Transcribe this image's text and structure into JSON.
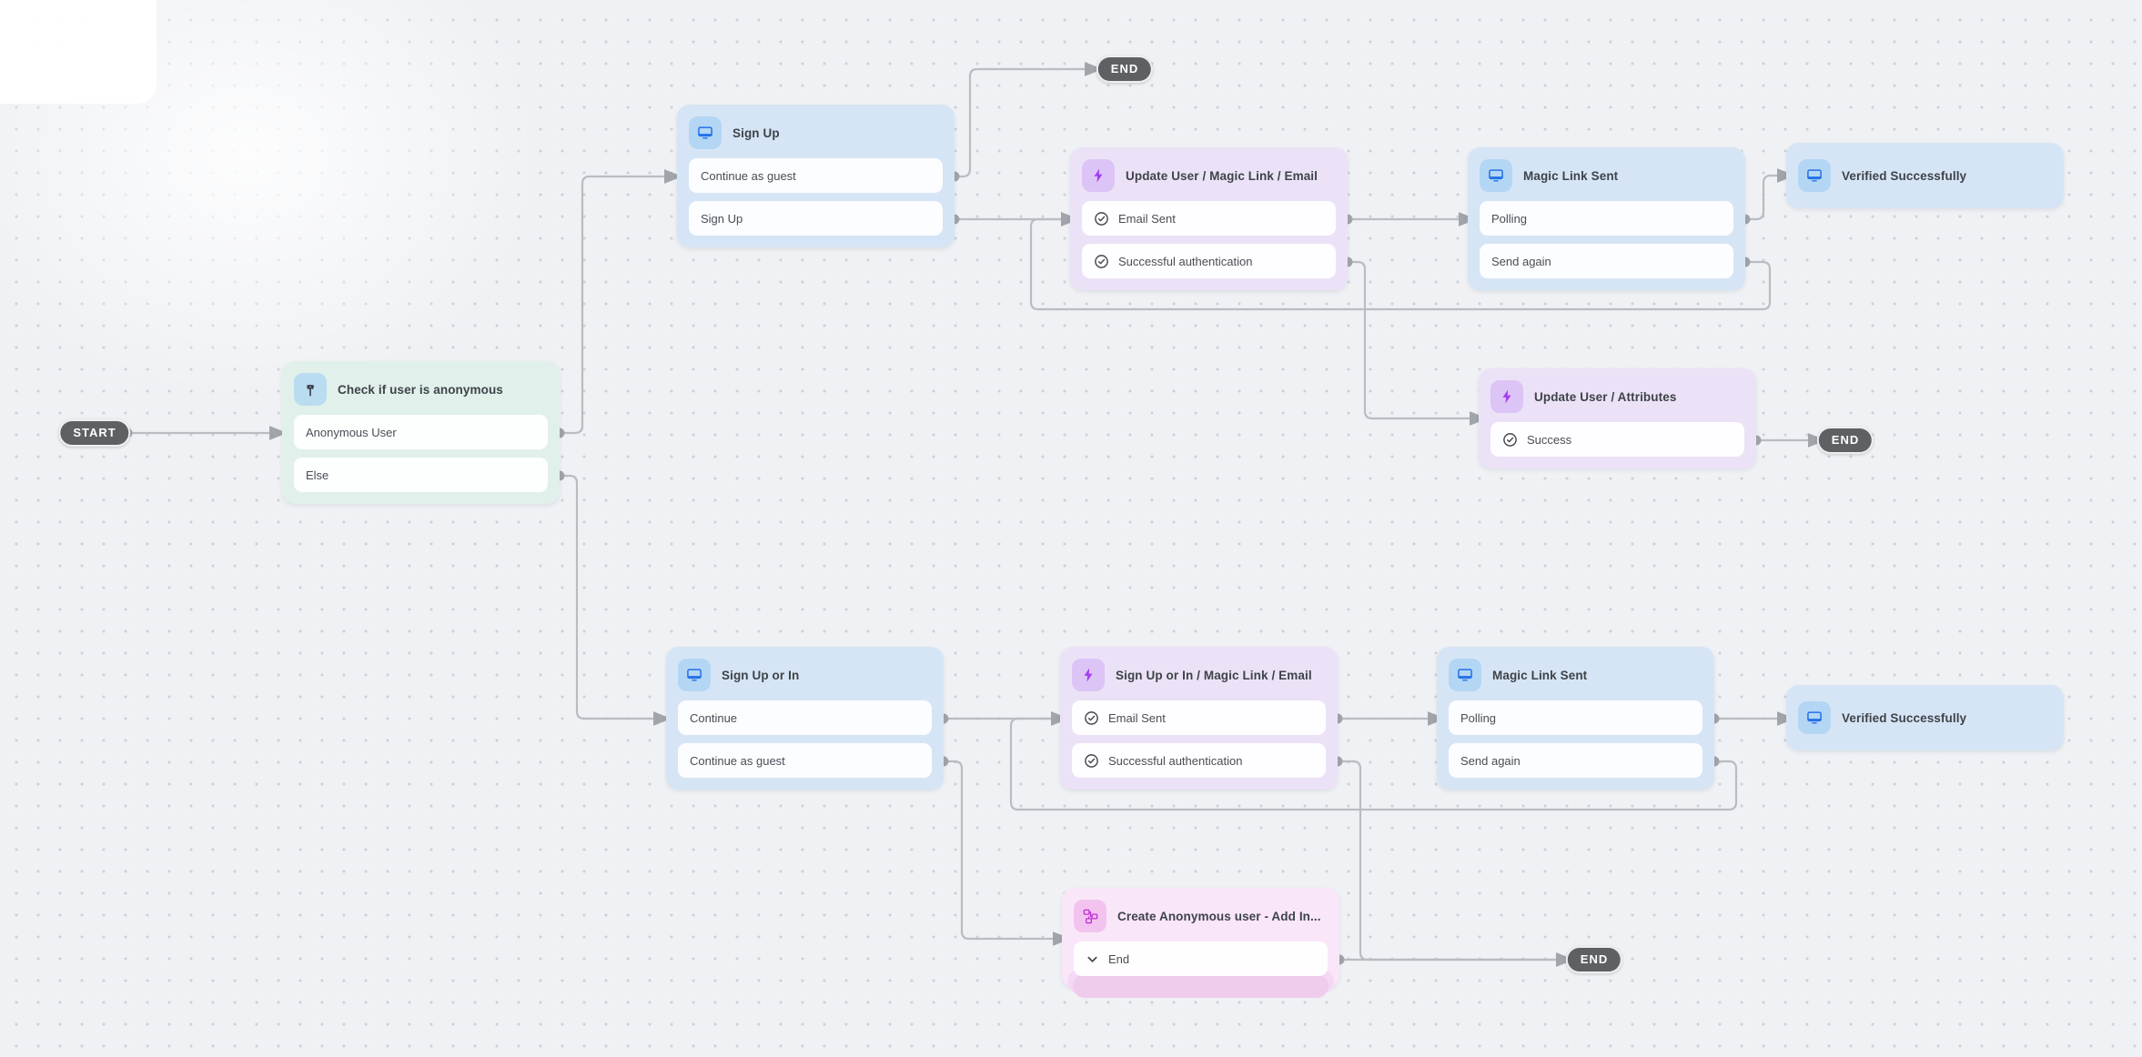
{
  "diagram": {
    "badges": {
      "start": "START",
      "end": "END"
    },
    "nodes": [
      {
        "id": "check-if-user-is-anonymous",
        "title": "Check if user is anonymous",
        "type": "condition",
        "icon": "branch-icon",
        "rows": [
          {
            "label": "Anonymous User"
          },
          {
            "label": "Else"
          }
        ]
      },
      {
        "id": "sign-up",
        "title": "Sign Up",
        "type": "screen",
        "icon": "screen-icon",
        "rows": [
          {
            "label": "Continue as guest"
          },
          {
            "label": "Sign Up"
          }
        ]
      },
      {
        "id": "update-user-magic-link-email",
        "title": "Update User / Magic Link / Email",
        "type": "action",
        "icon": "bolt-icon",
        "rows": [
          {
            "label": "Email Sent",
            "icon": "check-circle-icon"
          },
          {
            "label": "Successful authentication",
            "icon": "check-circle-icon"
          }
        ]
      },
      {
        "id": "magic-link-sent",
        "title": "Magic Link Sent",
        "type": "screen",
        "icon": "screen-icon",
        "rows": [
          {
            "label": "Polling"
          },
          {
            "label": "Send again"
          }
        ]
      },
      {
        "id": "verified-successfully",
        "title": "Verified Successfully",
        "type": "screen",
        "icon": "screen-icon",
        "rows": []
      },
      {
        "id": "update-user-attributes",
        "title": "Update User / Attributes",
        "type": "action",
        "icon": "bolt-icon",
        "rows": [
          {
            "label": "Success",
            "icon": "check-circle-icon"
          }
        ]
      },
      {
        "id": "sign-up-or-in",
        "title": "Sign Up or In",
        "type": "screen",
        "icon": "screen-icon",
        "rows": [
          {
            "label": "Continue"
          },
          {
            "label": "Continue as guest"
          }
        ]
      },
      {
        "id": "sign-up-or-in-magic-link-email",
        "title": "Sign Up or In / Magic Link / Email",
        "type": "action",
        "icon": "bolt-icon",
        "rows": [
          {
            "label": "Email Sent",
            "icon": "check-circle-icon"
          },
          {
            "label": "Successful authentication",
            "icon": "check-circle-icon"
          }
        ]
      },
      {
        "id": "magic-link-sent-2",
        "title": "Magic Link Sent",
        "type": "screen",
        "icon": "screen-icon",
        "rows": [
          {
            "label": "Polling"
          },
          {
            "label": "Send again"
          }
        ]
      },
      {
        "id": "verified-successfully-2",
        "title": "Verified Successfully",
        "type": "screen",
        "icon": "screen-icon",
        "rows": []
      },
      {
        "id": "create-anonymous-user",
        "title": "Create Anonymous user - Add In...",
        "type": "subflow",
        "icon": "subflow-icon",
        "rows": [
          {
            "label": "End",
            "icon": "chevron-down-icon"
          }
        ]
      }
    ],
    "colors": {
      "canvas_bg": "#eff1f4",
      "dot": "#cdd1d6",
      "edge": "#b9bcc0",
      "port": "#a1a4a9",
      "badge_bg": "#5e6064",
      "badge_text": "#ffffff",
      "screen_node_bg": "#d6e5f5",
      "screen_chip_bg": "#b3d6f4",
      "screen_icon": "#2470e8",
      "condition_node_bg": "#e1f0eb",
      "condition_chip_bg": "#badcf1",
      "condition_icon": "#363b41",
      "action_node_bg": "#ebe2f7",
      "action_chip_bg": "#ddc4f6",
      "action_icon": "#a43ff0",
      "subflow_node_bg": "#fae6f9",
      "subflow_chip_bg": "#f3c3ef",
      "subflow_icon": "#c02fd4",
      "row_bg": "#fdfdfe",
      "title_text": "#3e4349",
      "row_text": "#494d55"
    }
  }
}
